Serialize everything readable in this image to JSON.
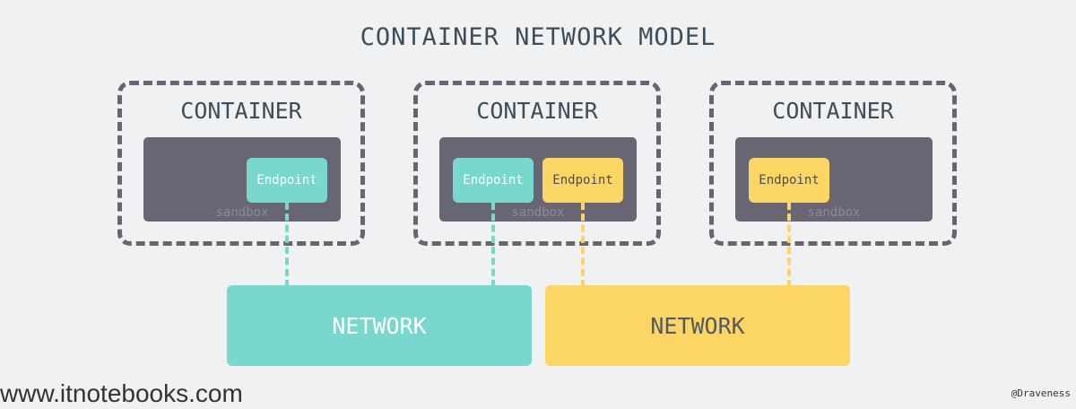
{
  "title": "CONTAINER NETWORK MODEL",
  "containers": [
    {
      "label": "CONTAINER",
      "sandbox_label": "sandbox",
      "endpoints": [
        {
          "label": "Endpoint",
          "color": "#79d8cd"
        }
      ]
    },
    {
      "label": "CONTAINER",
      "sandbox_label": "sandbox",
      "endpoints": [
        {
          "label": "Endpoint",
          "color": "#79d8cd"
        },
        {
          "label": "Endpoint",
          "color": "#fbd664"
        }
      ]
    },
    {
      "label": "CONTAINER",
      "sandbox_label": "sandbox",
      "endpoints": [
        {
          "label": "Endpoint",
          "color": "#fbd664"
        }
      ]
    }
  ],
  "networks": [
    {
      "label": "NETWORK",
      "color": "#79d8cd"
    },
    {
      "label": "NETWORK",
      "color": "#fbd664"
    }
  ],
  "watermark": "www.itnotebooks.com",
  "credit": "@Draveness",
  "colors": {
    "background": "#f0f1f3",
    "border": "#666571",
    "sandbox": "#686673",
    "teal": "#79d8cd",
    "yellow": "#fbd664"
  }
}
